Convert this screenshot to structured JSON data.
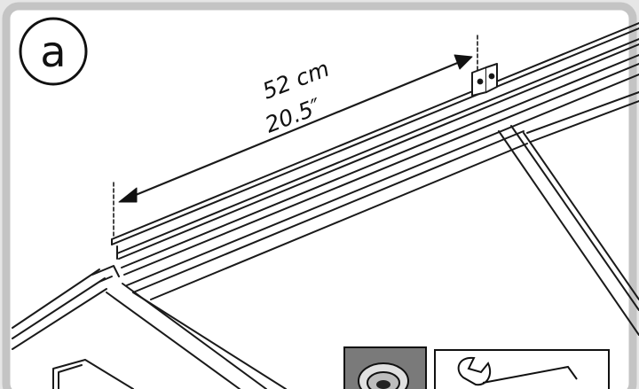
{
  "step": {
    "letter": "a"
  },
  "dimension": {
    "metric": "52 cm",
    "imperial": "20.5″"
  },
  "tools": [
    {
      "name": "socket-tool"
    },
    {
      "name": "wrench-tool"
    }
  ]
}
